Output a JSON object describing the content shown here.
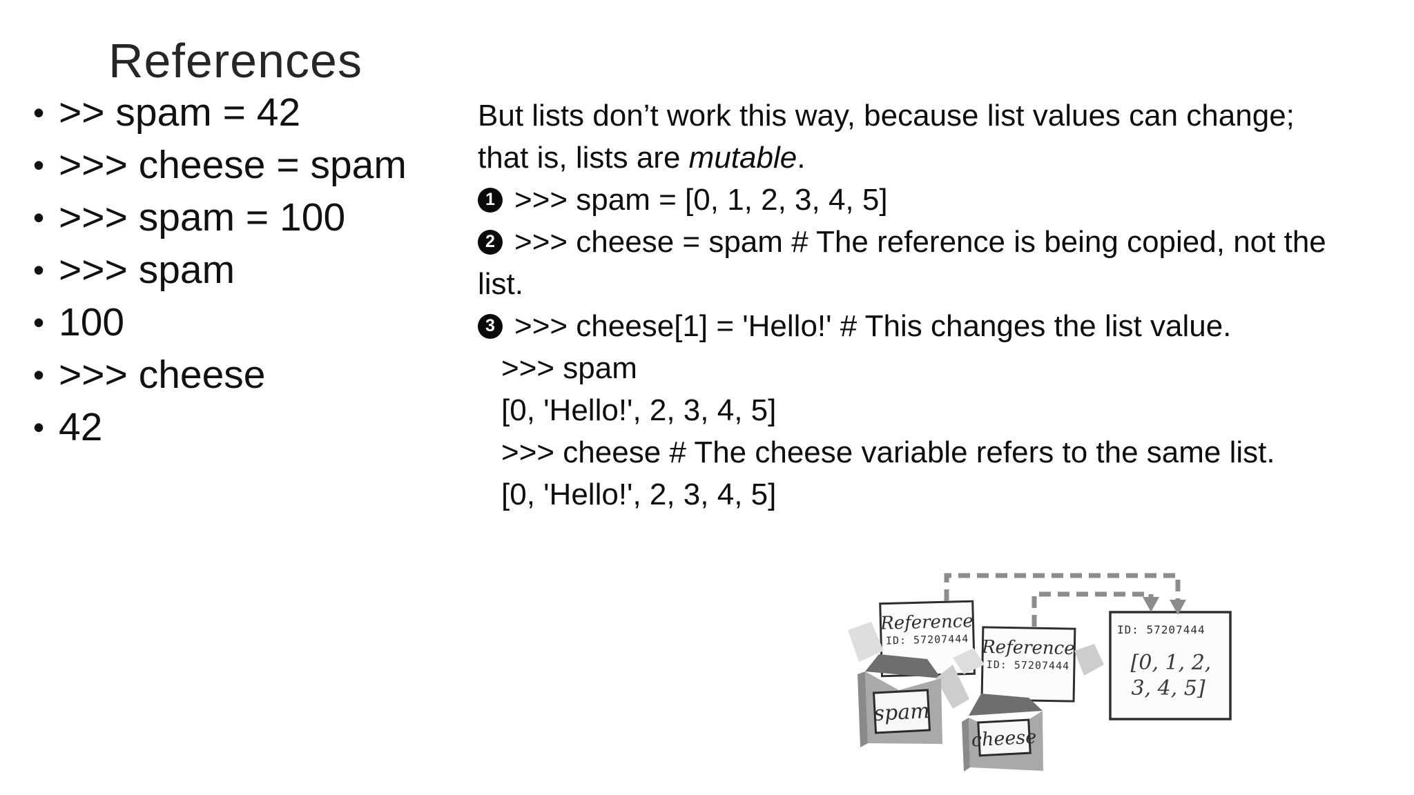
{
  "slide": {
    "title": "References",
    "bullet_char": "•",
    "bullets": [
      ">> spam = 42",
      ">>> cheese = spam",
      ">>> spam = 100",
      ">>> spam",
      "100",
      ">>> cheese",
      "42"
    ],
    "body": {
      "intro_line1": "But lists don’t work this way, because list values can change;",
      "intro_line2_prefix": "that is, lists are ",
      "intro_line2_em": "mutable",
      "intro_line2_suffix": ".",
      "step1_num": "1",
      "step1_text": ">>> spam = [0, 1, 2, 3, 4, 5]",
      "step2_num": "2",
      "step2_text": ">>> cheese = spam # The reference is being copied, not the",
      "step2_cont": "list.",
      "step3_num": "3",
      "step3_text": ">>> cheese[1] = 'Hello!' # This changes the list value.",
      "out1": ">>> spam",
      "out2": "[0, 'Hello!', 2, 3, 4, 5]",
      "out3": ">>> cheese # The cheese variable refers to the same list.",
      "out4": "[0, 'Hello!', 2, 3, 4, 5]"
    }
  },
  "illustration": {
    "spam_box": {
      "label": "spam",
      "card_title": "Reference",
      "card_id": "ID: 57207444"
    },
    "cheese_box": {
      "label": "cheese",
      "card_title": "Reference",
      "card_id": "ID: 57207444"
    },
    "id_card": {
      "id_text": "ID: 57207444",
      "list_line1": "[0, 1, 2,",
      "list_line2": "3, 4, 5]"
    },
    "colors": {
      "arrow": "#8c8c8c",
      "box_front": "#a9a9a9",
      "box_side": "#8a8a8a",
      "box_interior": "#6e6e6e",
      "flap_light": "#dedede",
      "flap_shade": "#cdcdcd",
      "card_bg": "#fcfcfc",
      "card_border": "#2e2e2e",
      "label_bg": "#f7f7f7",
      "ink": "#2e2e2e"
    }
  }
}
